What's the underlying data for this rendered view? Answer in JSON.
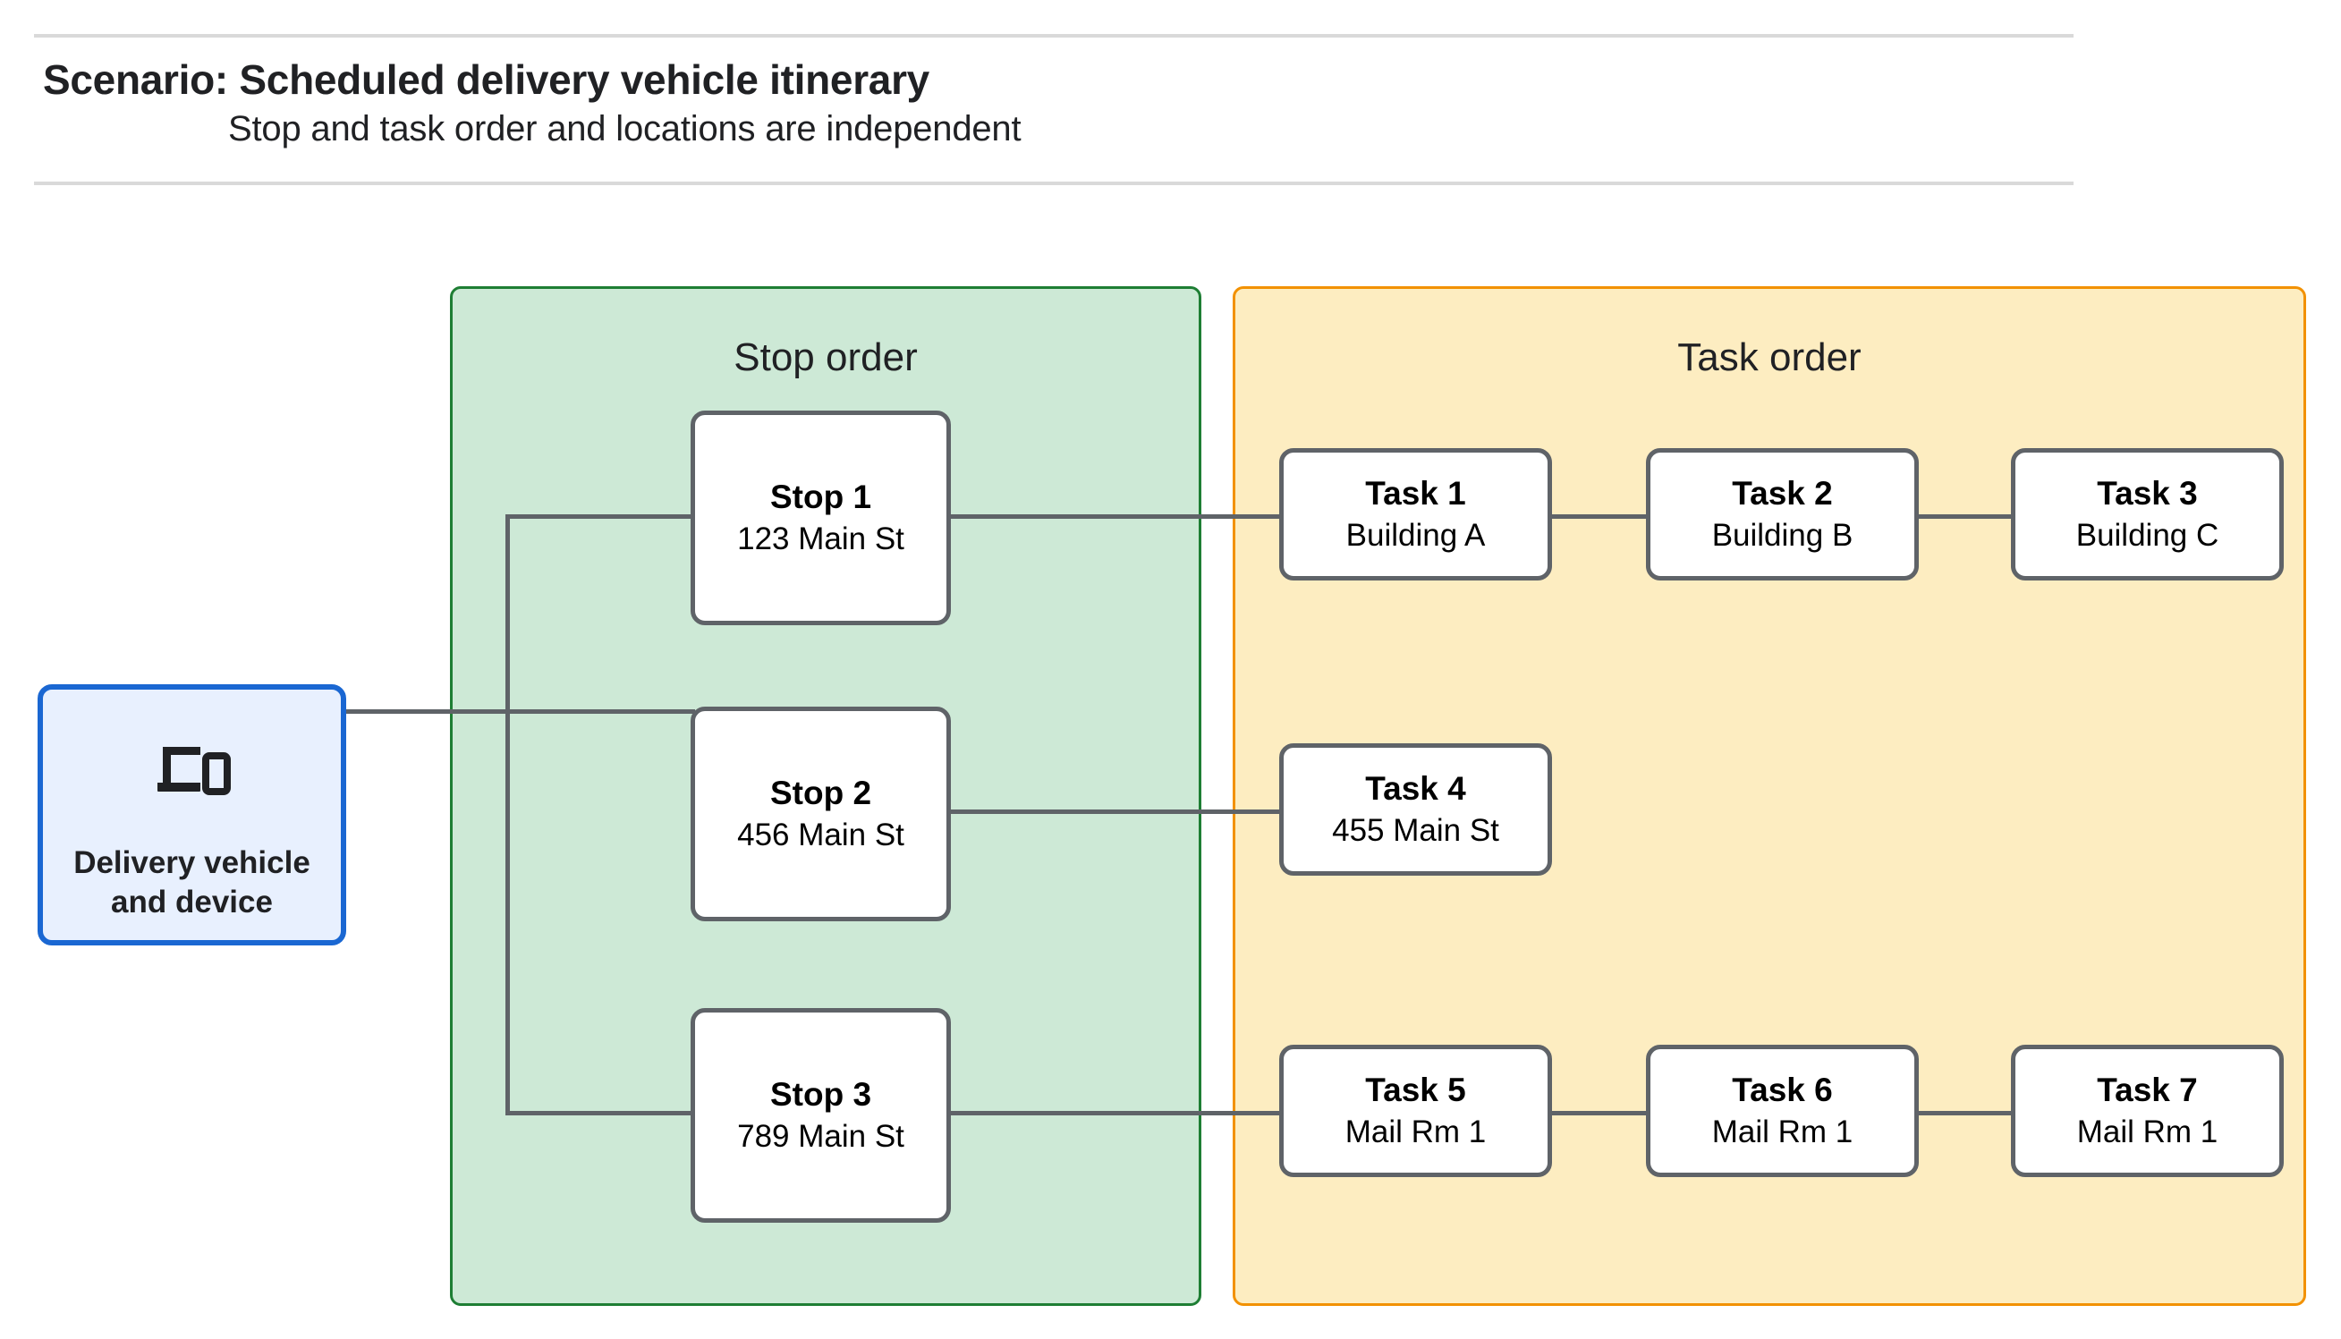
{
  "header": {
    "title": "Scenario: Scheduled delivery vehicle itinerary",
    "subtitle": "Stop and task order and locations are independent"
  },
  "vehicle": {
    "icon": "devices-icon",
    "label_line1": "Delivery vehicle",
    "label_line2": "and device"
  },
  "groups": {
    "stops": {
      "title": "Stop order",
      "fill": "#cde9d6",
      "border": "#1e7e34"
    },
    "tasks": {
      "title": "Task order",
      "fill": "#fdedc1",
      "border": "#f29100"
    }
  },
  "stops": [
    {
      "title": "Stop 1",
      "address": "123 Main St"
    },
    {
      "title": "Stop 2",
      "address": "456 Main St"
    },
    {
      "title": "Stop 3",
      "address": "789 Main St"
    }
  ],
  "tasks": [
    {
      "title": "Task 1",
      "location": "Building A"
    },
    {
      "title": "Task 2",
      "location": "Building B"
    },
    {
      "title": "Task 3",
      "location": "Building C"
    },
    {
      "title": "Task 4",
      "location": "455 Main St"
    },
    {
      "title": "Task 5",
      "location": "Mail Rm 1"
    },
    {
      "title": "Task 6",
      "location": "Mail Rm 1"
    },
    {
      "title": "Task 7",
      "location": "Mail Rm 1"
    }
  ],
  "colors": {
    "vehicle_border": "#1a67d2",
    "vehicle_fill": "#e8f0fe",
    "node_border": "#5f6368",
    "connector": "#5f6368",
    "divider": "#d9d9d9"
  }
}
